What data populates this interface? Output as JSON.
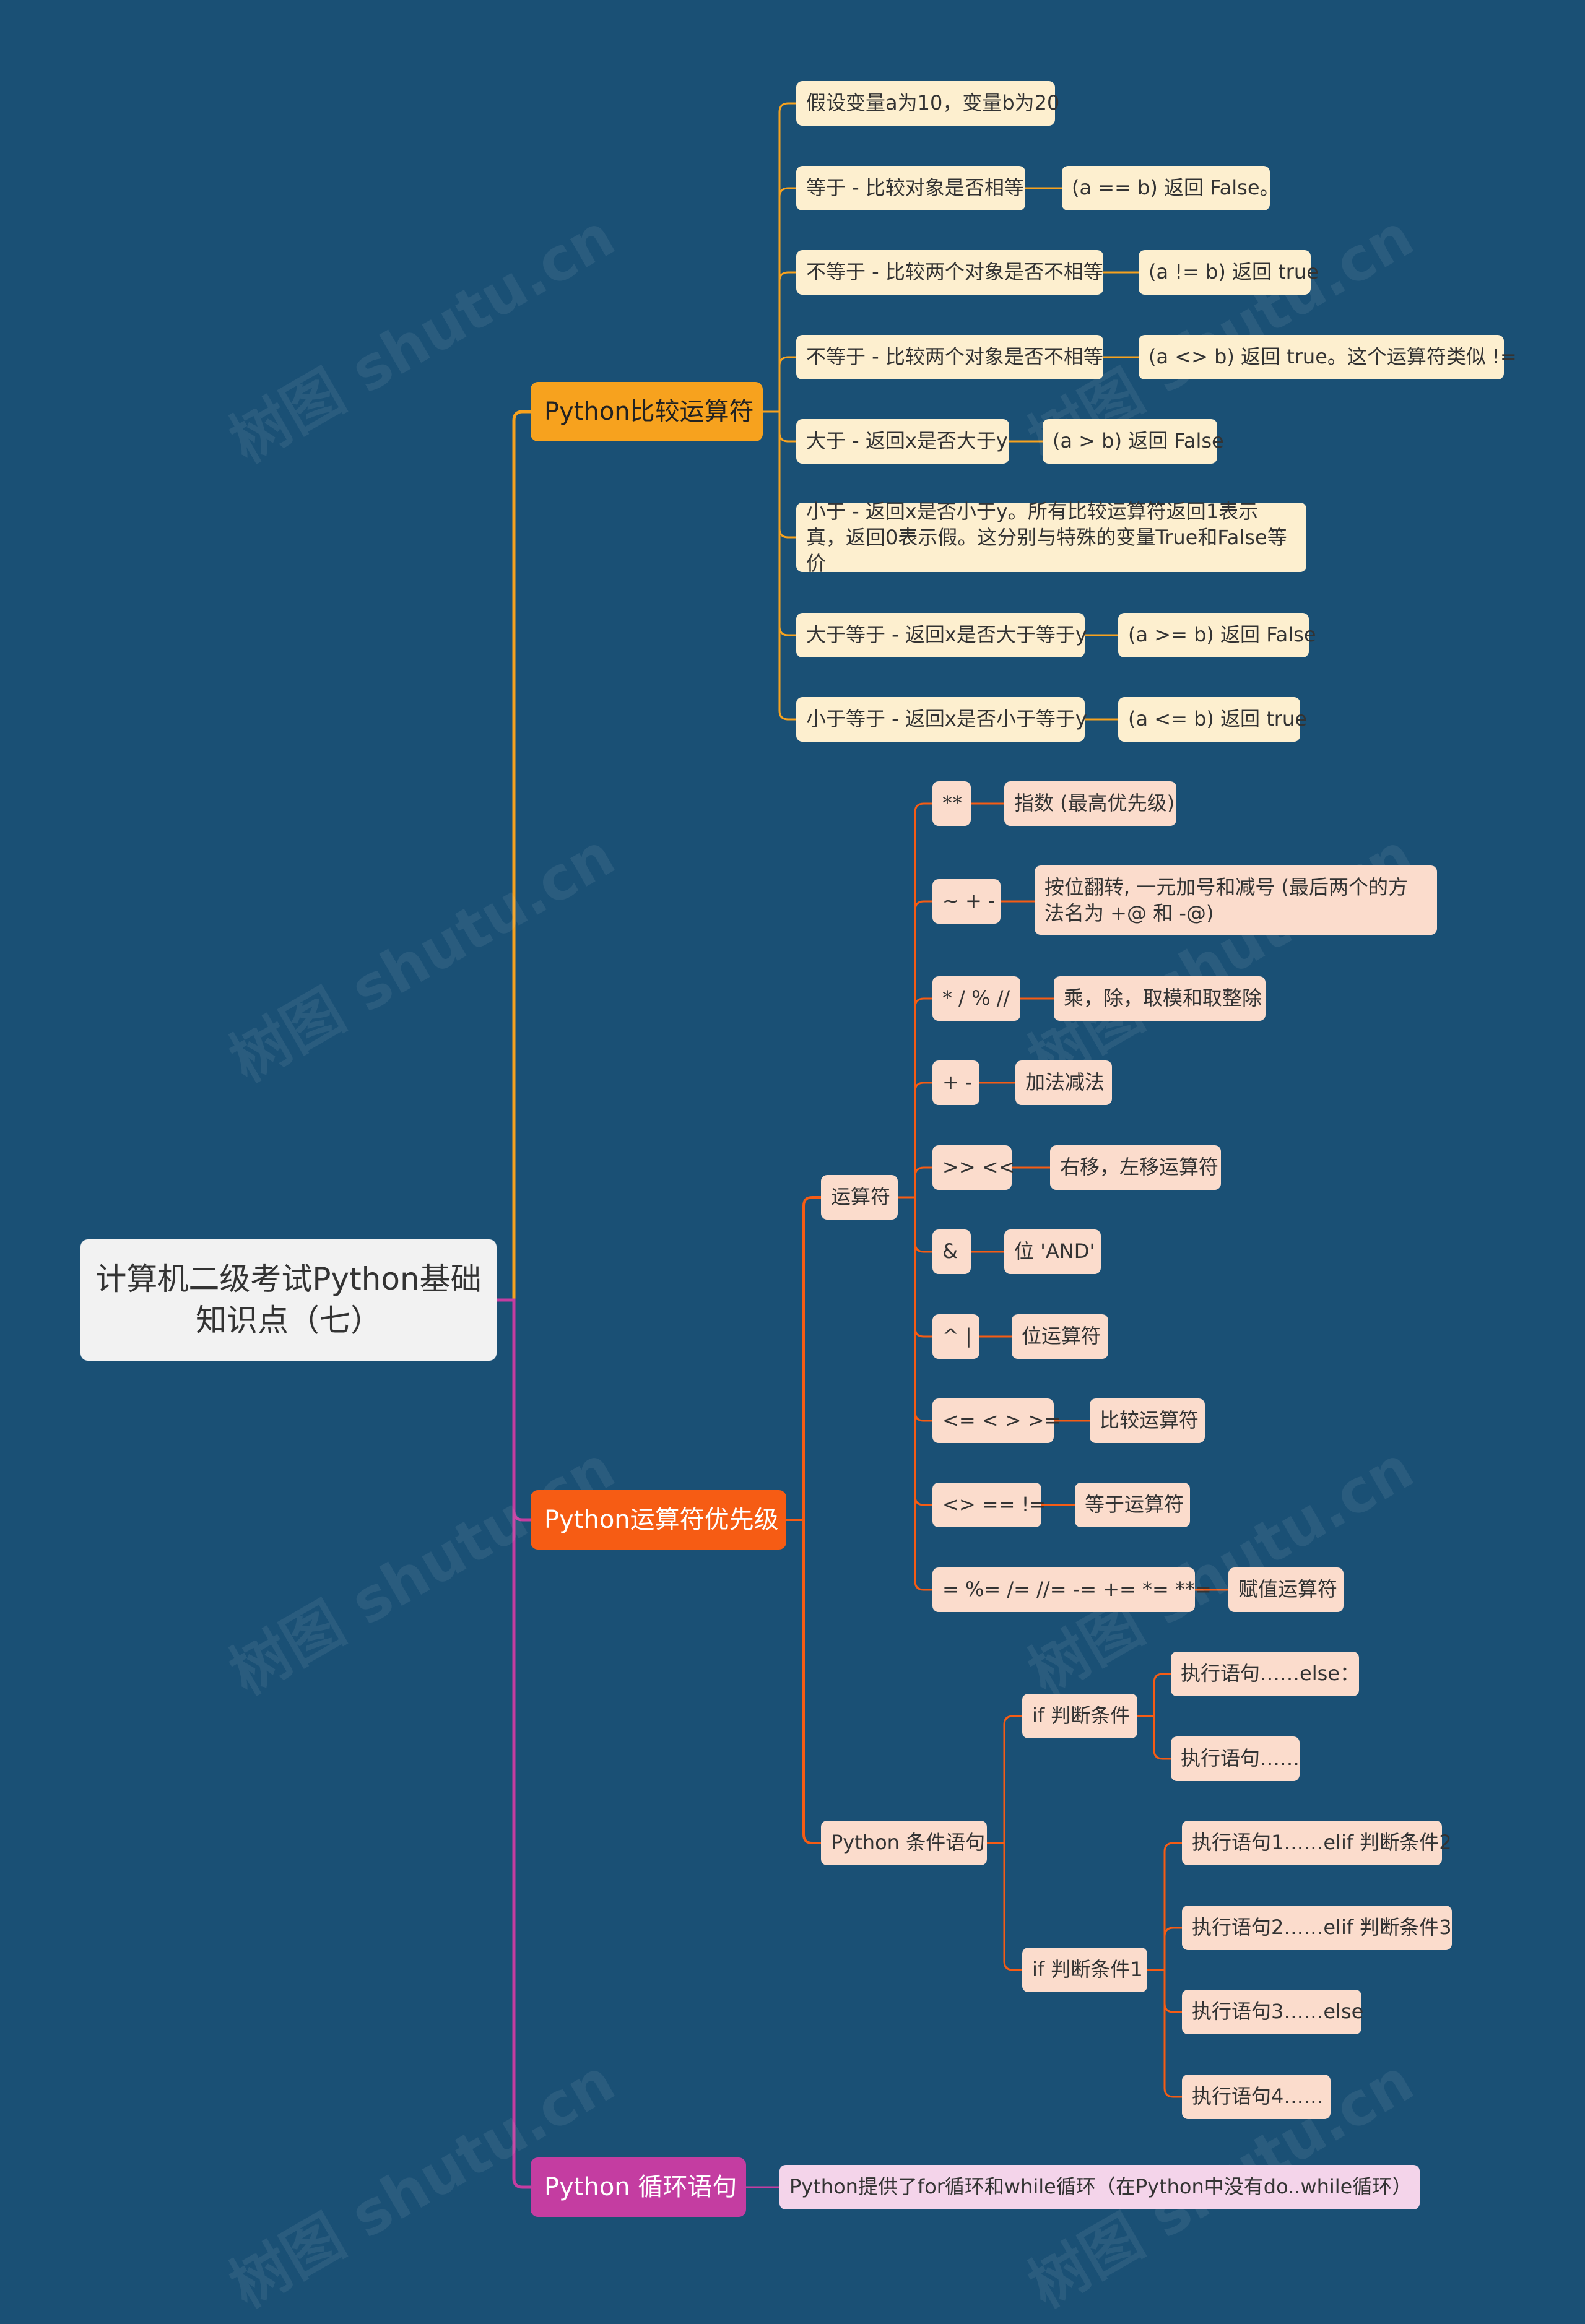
{
  "root": "计算机二级考试Python基础知识点（七）",
  "colors": {
    "background": "#1a5075",
    "orange": "#f7a21e",
    "red": "#f65c14",
    "magenta": "#c43da1"
  },
  "watermark": "树图 shutu.cn",
  "branches": {
    "compare": {
      "title": "Python比较运算符",
      "items": [
        {
          "text": "假设变量a为10，变量b为20"
        },
        {
          "text": "等于 - 比较对象是否相等",
          "detail": "(a == b) 返回 False。"
        },
        {
          "text": "不等于 - 比较两个对象是否不相等",
          "detail": "(a != b) 返回 true"
        },
        {
          "text": "不等于 - 比较两个对象是否不相等",
          "detail": "(a <> b) 返回 true。这个运算符类似 !="
        },
        {
          "text": "大于 - 返回x是否大于y",
          "detail": "(a > b) 返回 False"
        },
        {
          "text": "小于 - 返回x是否小于y。所有比较运算符返回1表示真，返回0表示假。这分别与特殊的变量True和False等价"
        },
        {
          "text": "大于等于 - 返回x是否大于等于y",
          "detail": "(a >= b) 返回 False"
        },
        {
          "text": "小于等于 - 返回x是否小于等于y",
          "detail": "(a <= b) 返回 true"
        }
      ]
    },
    "precedence": {
      "title": "Python运算符优先级",
      "operators": {
        "label": "运算符",
        "items": [
          {
            "op": "**",
            "desc": "指数 (最高优先级)"
          },
          {
            "op": "~ + -",
            "desc": "按位翻转, 一元加号和减号 (最后两个的方法名为 +@ 和 -@)"
          },
          {
            "op": "* / % //",
            "desc": "乘，除，取模和取整除"
          },
          {
            "op": "+ -",
            "desc": "加法减法"
          },
          {
            "op": ">> <<",
            "desc": "右移，左移运算符"
          },
          {
            "op": "&",
            "desc": "位 'AND'"
          },
          {
            "op": "^ |",
            "desc": "位运算符"
          },
          {
            "op": "<= < > >=",
            "desc": "比较运算符"
          },
          {
            "op": "<> == !=",
            "desc": "等于运算符"
          },
          {
            "op": "= %= /= //= -= += *= **=",
            "desc": "赋值运算符"
          }
        ]
      },
      "conditional": {
        "label": "Python 条件语句",
        "if1": {
          "label": "if 判断条件",
          "items": [
            "执行语句……else：",
            "执行语句……"
          ]
        },
        "if2": {
          "label": "if 判断条件1",
          "items": [
            "执行语句1……elif 判断条件2",
            "执行语句2……elif 判断条件3",
            "执行语句3……else",
            "执行语句4……"
          ]
        }
      }
    },
    "loop": {
      "title": "Python 循环语句",
      "items": [
        {
          "text": "Python提供了for循环和while循环（在Python中没有do..while循环）"
        }
      ]
    }
  }
}
